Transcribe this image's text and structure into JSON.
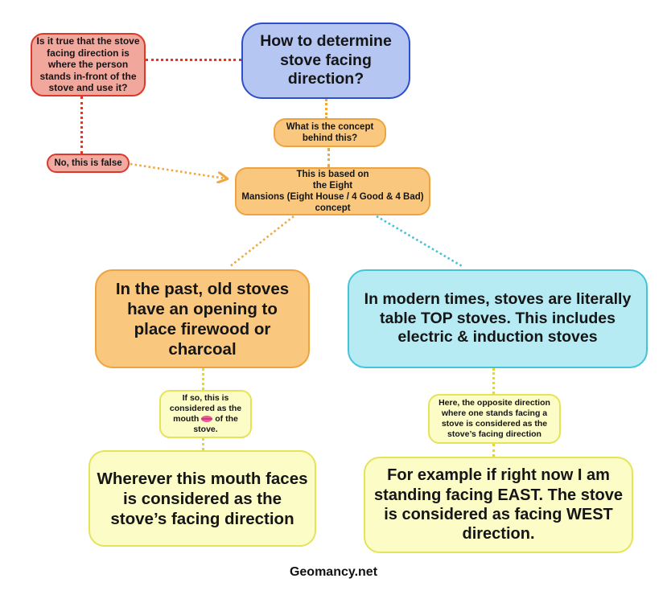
{
  "palette": {
    "red_border": "#DA3A2B",
    "red_fill": "#F2A79D",
    "blue_border": "#2E4FC8",
    "blue_fill": "#B5C6F2",
    "orange_border": "#EFA33F",
    "orange_fill": "#F9C87E",
    "cyan_border": "#45C4D8",
    "cyan_fill": "#B6EBF4",
    "yellow_border": "#E4E35A",
    "yellow_fill": "#FCFCC6",
    "connector_red": "#DA3A2B",
    "connector_orange": "#F0A83C",
    "connector_cyan": "#3FC3D6",
    "connector_yellow": "#DFD838"
  },
  "nodes": {
    "question": "Is it true that the stove facing direction is where the person stands in-front of the stove and use it?",
    "title": "How to determine stove facing direction?",
    "concept_question": "What is the concept behind this?",
    "false_answer": "No, this is false",
    "concept": "This is based on\nthe Eight\nMansions (Eight House / 4 Good & 4 Bad)\nconcept",
    "past_stoves": "In the past, old stoves have an opening to place firewood or charcoal",
    "modern_stoves": "In modern times, stoves are literally table TOP stoves. This includes electric & induction stoves",
    "mouth_note_before": "If so, this is considered as the mouth",
    "mouth_note_after": "of the stove.",
    "opposite_note": "Here, the opposite direction where one stands facing a stove is considered as the stove’s facing direction",
    "mouth_rule": "Wherever this mouth faces is considered as the stove’s facing direction",
    "example": "For example if right now I am standing facing EAST. The stove is considered as facing WEST direction.",
    "footer": "Geomancy.net"
  }
}
